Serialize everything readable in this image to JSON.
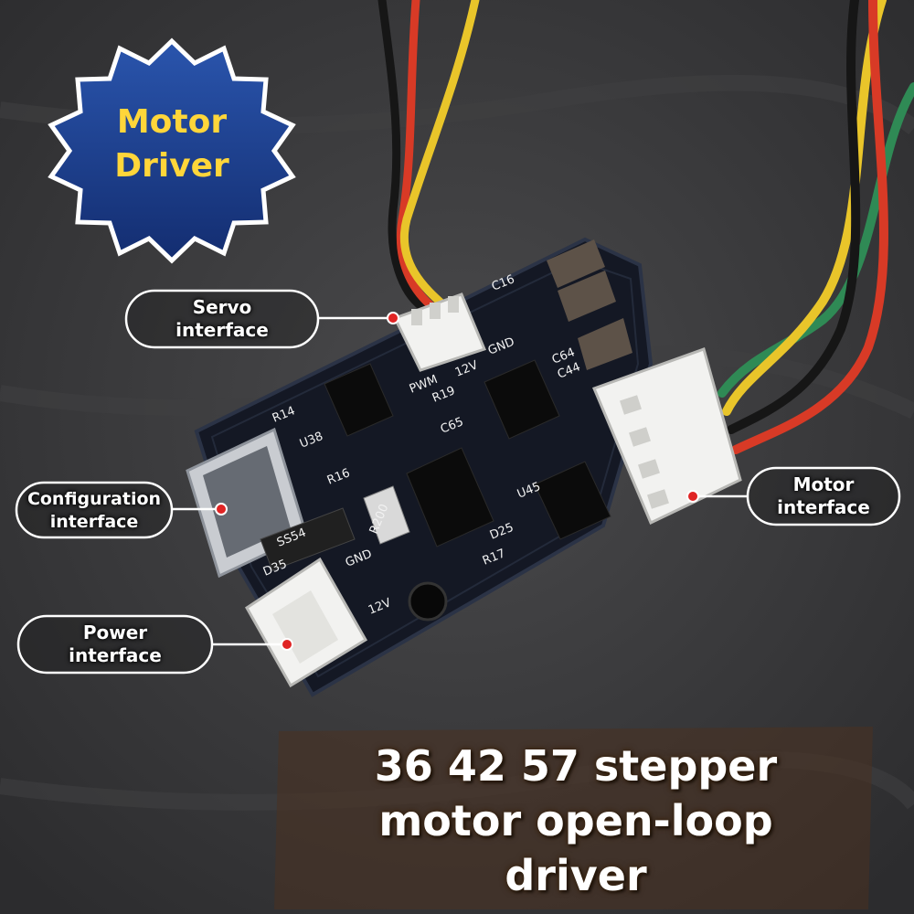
{
  "badge": {
    "line1": "Motor",
    "line2": "Driver"
  },
  "callouts": {
    "servo": {
      "line1": "Servo",
      "line2": "interface"
    },
    "configuration": {
      "line1": "Configuration",
      "line2": "interface"
    },
    "power": {
      "line1": "Power",
      "line2": "interface"
    },
    "motor": {
      "line1": "Motor",
      "line2": "interface"
    }
  },
  "caption": {
    "line1": "36 42 57 stepper",
    "line2": "motor open-loop",
    "line3": "driver"
  },
  "silkscreen": {
    "pwm": "PWM",
    "v12_top": "12V",
    "gnd_top": "GND",
    "c16": "C16",
    "c64": "C64",
    "c44": "C44",
    "r19": "R19",
    "c65": "C65",
    "r14": "R14",
    "u38": "U38",
    "r16": "R16",
    "u45": "U45",
    "d25": "D25",
    "r17": "R17",
    "d35": "D35",
    "gnd_bottom": "GND",
    "v12_bottom": "12V",
    "r200": "R200",
    "ss54": "SS54"
  },
  "colors": {
    "badge_blue": "#1d3f8c",
    "badge_text": "#ffd63a",
    "pcb": "#141824",
    "wire_red": "#d83a26",
    "wire_yellow": "#e9c52a",
    "wire_green": "#2f8a55",
    "wire_black": "#161616"
  }
}
